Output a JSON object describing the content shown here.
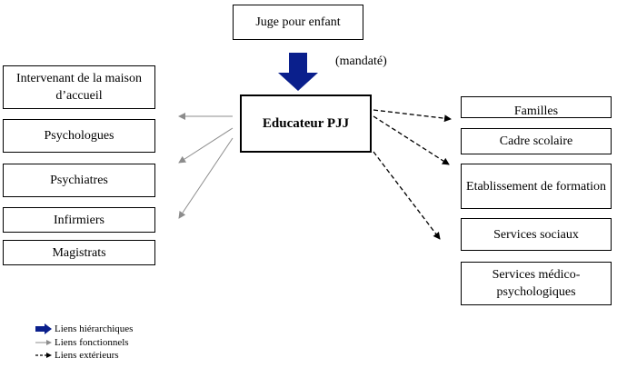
{
  "top": {
    "judge": "Juge pour enfant",
    "mandate": "(mandaté)"
  },
  "center": {
    "label": "Educateur PJJ"
  },
  "left_nodes": [
    "Intervenant de la maison d’accueil",
    "Psychologues",
    "Psychiatres",
    "Infirmiers",
    "Magistrats"
  ],
  "right_nodes": [
    "Familles",
    "Cadre scolaire",
    "Etablissement de formation",
    "Services sociaux",
    "Services médico-psychologiques"
  ],
  "legend": {
    "hierarchical": "Liens hiérarchiques",
    "functional": "Liens fonctionnels",
    "external": "Liens extérieurs"
  },
  "colors": {
    "hierarchical_arrow": "#0a1f8c",
    "functional_arrow": "#8c8c8c",
    "external_arrow": "#000000"
  }
}
